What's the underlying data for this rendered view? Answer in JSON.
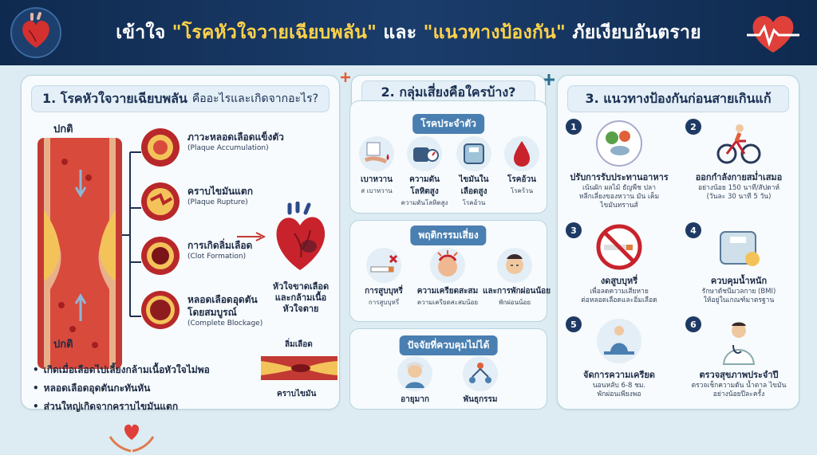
{
  "header": {
    "title_pre": "เข้าใจ ",
    "title_hl1": "\"โรคหัวใจวายเฉียบพลัน\"",
    "title_mid": " และ ",
    "title_hl2": "\"แนวทางป้องกัน\"",
    "title_post": " ภัยเงียบอันตราย"
  },
  "section1": {
    "heading": "1. โรคหัวใจวายเฉียบพลัน",
    "heading_sub": "คืออะไรและเกิดจากอะไร?",
    "normal_top": "ปกติ",
    "normal_bottom": "ปกติ",
    "stages": [
      {
        "th": "ภาวะหลอดเลือดแข็งตัว",
        "en": "(Plaque Accumulation)",
        "en2": ""
      },
      {
        "th": "คราบไขมันแตก",
        "en": "(Plaque Rupture)",
        "en2": ""
      },
      {
        "th": "การเกิดลิ่มเลือด",
        "en": "(Clot Formation)",
        "en2": ""
      },
      {
        "th": "หลอดเลือดอุดตัน",
        "en": "โดยสมบูรณ์",
        "en2": "(Complete Blockage)"
      }
    ],
    "heart_caption": [
      "หัวใจขาดเลือด",
      "และกล้ามเนื้อ",
      "หัวใจตาย"
    ],
    "bullets": [
      "เกิดเมื่อเลือดไปเลี้ยงกล้ามเนื้อหัวใจไม่พอ",
      "หลอดเลือดอุดตันกะทันหัน",
      "ส่วนใหญ่เกิดจากคราบไขมันแตก"
    ],
    "clot_label": "ลิ่มเลือด",
    "plaque_label": "คราบไขมัน"
  },
  "section2": {
    "heading": "2. กลุ่มเสี่ยงคือใครบ้าง?",
    "chronic": {
      "title": "โรคประจำตัว",
      "items": [
        {
          "name": "เบาหวาน",
          "desc": "ส เบาหวาน"
        },
        {
          "name": "ความดัน",
          "name2": "โลหิตสูง",
          "desc": "ความดันโลหิตสูง"
        },
        {
          "name": "ไขมันใน",
          "name2": "เลือดสูง",
          "desc": "โรคอ้วน"
        },
        {
          "name": "โรคอ้วน",
          "desc": "โรคร้วน"
        }
      ]
    },
    "behavior": {
      "title": "พฤติกรรมเสี่ยง",
      "items": [
        {
          "name": "การสูบบุหรี่",
          "desc": "การสูบบุหรี่"
        },
        {
          "name": "ความเครียดสะสม",
          "desc": "ความเครียดสะสมน้อย"
        },
        {
          "name": "และการพักผ่อนน้อย",
          "desc": "พักผ่อนน้อย"
        }
      ]
    },
    "uncontrollable": {
      "title": "ปัจจัยที่ควบคุมไม่ได้",
      "items": [
        {
          "name": "อายุมาก"
        },
        {
          "name": "พันธุกรรม"
        }
      ]
    }
  },
  "section3": {
    "heading": "3. แนวทางป้องกันก่อนสายเกินแก้",
    "tips": [
      {
        "num": "1",
        "title": "ปรับการรับประทานอาหาร",
        "desc": [
          "เน้นผัก ผลไม้ ธัญพืช ปลา",
          "หลีกเลี่ยงของหวาน มัน เค็ม",
          "ไขมันทรานส์"
        ]
      },
      {
        "num": "2",
        "title": "ออกกำลังกายสม่ำเสมอ",
        "desc": [
          "อย่างน้อย 150 นาที/สัปดาห์",
          "(วันละ 30 นาที 5 วัน)"
        ]
      },
      {
        "num": "3",
        "title": "งดสูบบุหรี่",
        "desc": [
          "เพื่อลดความเสียหาย",
          "ต่อหลอดเลือดและอิ่มเลือด"
        ]
      },
      {
        "num": "4",
        "title": "ควบคุมน้ำหนัก",
        "desc": [
          "รักษาดัชนีมวลกาย (BMI)",
          "ให้อยู่ในเกณฑ์มาตรฐาน"
        ]
      },
      {
        "num": "5",
        "title": "จัดการความเครียด",
        "desc": [
          "นอนหลับ 6-8 ชม.",
          "พักผ่อนเพียงพอ"
        ]
      },
      {
        "num": "6",
        "title": "ตรวจสุขภาพประจำปี",
        "desc": [
          "ตรวจเช็กความดัน น้ำตาล ไขมัน",
          "อย่างน้อยปีละครั้ง"
        ]
      }
    ]
  },
  "colors": {
    "navy": "#0f2a4f",
    "accent_yellow": "#ffd24a",
    "red": "#c8232c",
    "pill_blue": "#4a7fb1",
    "panel_bg": "#f7fbfd"
  }
}
